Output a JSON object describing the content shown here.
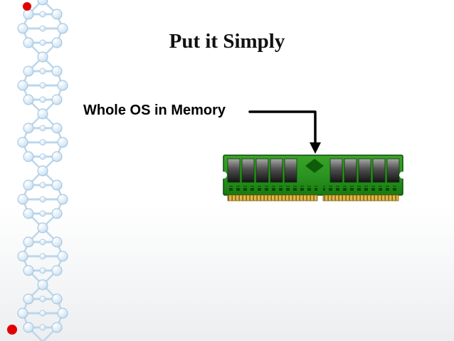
{
  "slide": {
    "title": "Put it Simply",
    "label": "Whole OS in Memory"
  },
  "illustrations": {
    "dna_decoration": "dna-helix-decoration",
    "arrow_connector": "arrow-connector",
    "ram_module": "ram-module-illustration"
  },
  "colors": {
    "background_top": "#ffffff",
    "background_bottom": "#eceef0",
    "title_text": "#111111",
    "label_text": "#000000",
    "arrow_black": "#000000",
    "pcb_green_light": "#3aa427",
    "pcb_green_dark": "#177a0e",
    "pcb_outline": "#0c4d08",
    "chip_light": "#a8a8a8",
    "chip_dark": "#141414",
    "gold_pins": "#ddb84a",
    "gold_pin_line": "#8a6714",
    "helix_blue_stroke": "#aecde6",
    "helix_blue_fill": "#d9e9f6",
    "accent_red": "#e00000"
  }
}
